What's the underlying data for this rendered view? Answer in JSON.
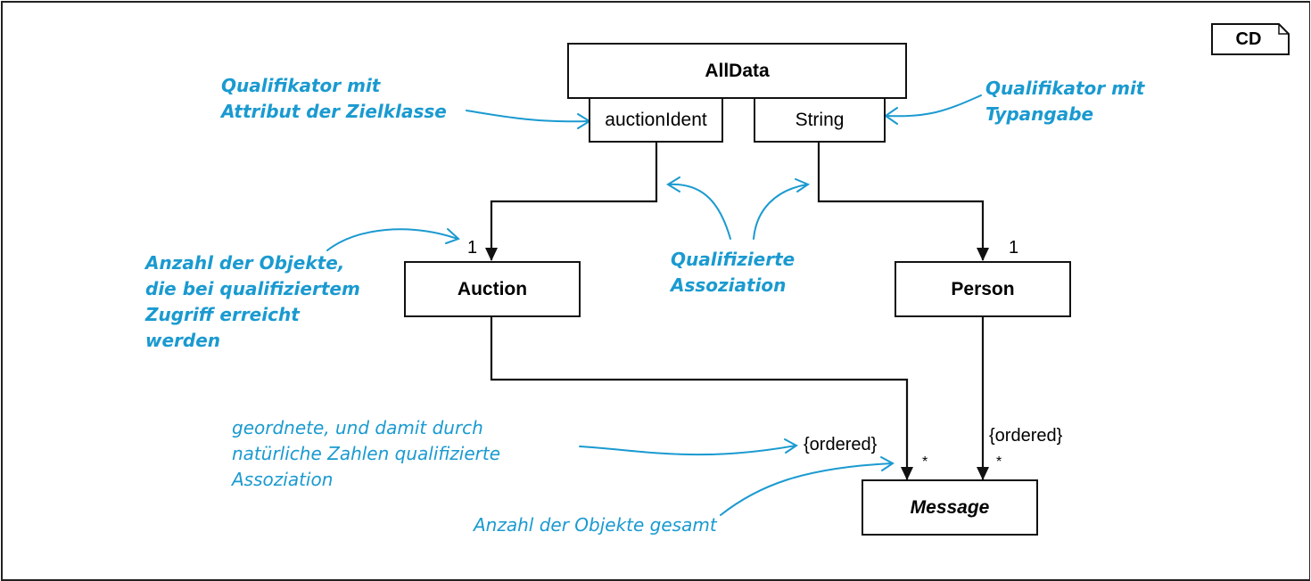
{
  "diagram_tag": "CD",
  "classes": {
    "alldata": "AllData",
    "auction": "Auction",
    "person": "Person",
    "message": "Message"
  },
  "qualifiers": {
    "auction_ident": "auctionIdent",
    "string": "String"
  },
  "multiplicities": {
    "auction": "1",
    "person": "1",
    "message_from_auction": "*",
    "message_from_person": "*"
  },
  "constraints": {
    "auction_message": "{ordered}",
    "person_message": "{ordered}"
  },
  "annotations": {
    "qualifier_attribute": "Qualifikator mit\nAttribut der Zielklasse",
    "qualifier_type": "Qualifikator mit\nTypangabe",
    "object_count_qualified": "Anzahl der Objekte,\ndie bei qualifiziertem\nZugriff erreicht\nwerden",
    "qualified_association": "Qualifizierte\nAssoziation",
    "ordered_association": "geordnete, und damit durch\nnatürliche Zahlen qualifizierte\nAssoziation",
    "object_count_total": "Anzahl der Objekte gesamt"
  },
  "colors": {
    "annotation": "#1a9ad0",
    "lines": "#111111"
  }
}
